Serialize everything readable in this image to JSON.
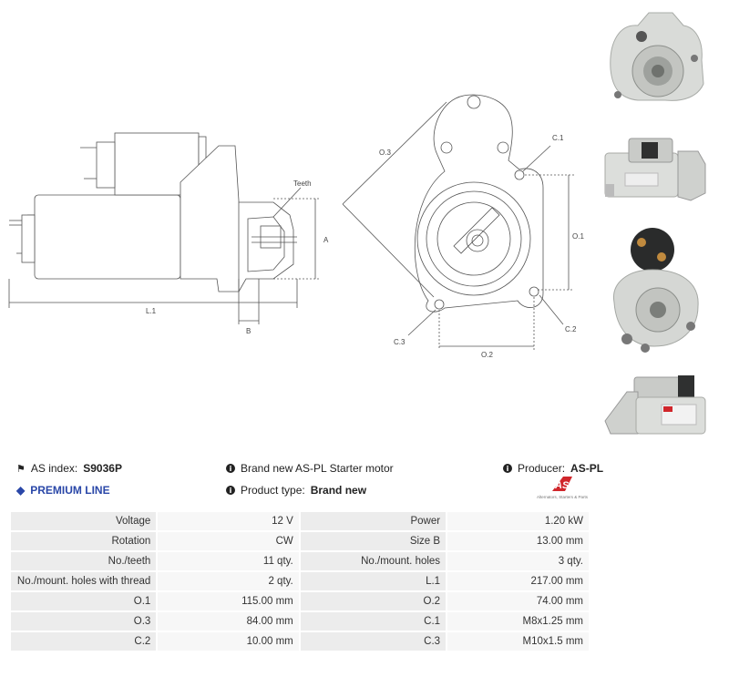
{
  "drawing": {
    "labels": {
      "teeth": "Teeth",
      "a": "A",
      "l1": "L.1",
      "b": "B",
      "o3": "O.3",
      "c1": "C.1",
      "o1": "O.1",
      "c2": "C.2",
      "c3": "C.3",
      "o2": "O.2"
    }
  },
  "photos": [
    {
      "name": "front-view"
    },
    {
      "name": "side-view"
    },
    {
      "name": "solenoid-view"
    },
    {
      "name": "branded-side-view"
    }
  ],
  "info": {
    "as_index_label": "AS index:",
    "as_index_value": "S9036P",
    "premium_line": "PREMIUM LINE",
    "description": "Brand new AS-PL Starter motor",
    "product_type_label": "Product type:",
    "product_type_value": "Brand new",
    "producer_label": "Producer:",
    "producer_value": "AS-PL",
    "logo_text": "AS",
    "logo_caption": "Alternators, Starters & Parts"
  },
  "specs": [
    [
      "Voltage",
      "12 V",
      "Power",
      "1.20 kW"
    ],
    [
      "Rotation",
      "CW",
      "Size B",
      "13.00 mm"
    ],
    [
      "No./teeth",
      "11 qty.",
      "No./mount. holes",
      "3 qty."
    ],
    [
      "No./mount. holes with thread",
      "2 qty.",
      "L.1",
      "217.00 mm"
    ],
    [
      "O.1",
      "115.00 mm",
      "O.2",
      "74.00 mm"
    ],
    [
      "O.3",
      "84.00 mm",
      "C.1",
      "M8x1.25 mm"
    ],
    [
      "C.2",
      "10.00 mm",
      "C.3",
      "M10x1.5 mm"
    ]
  ]
}
